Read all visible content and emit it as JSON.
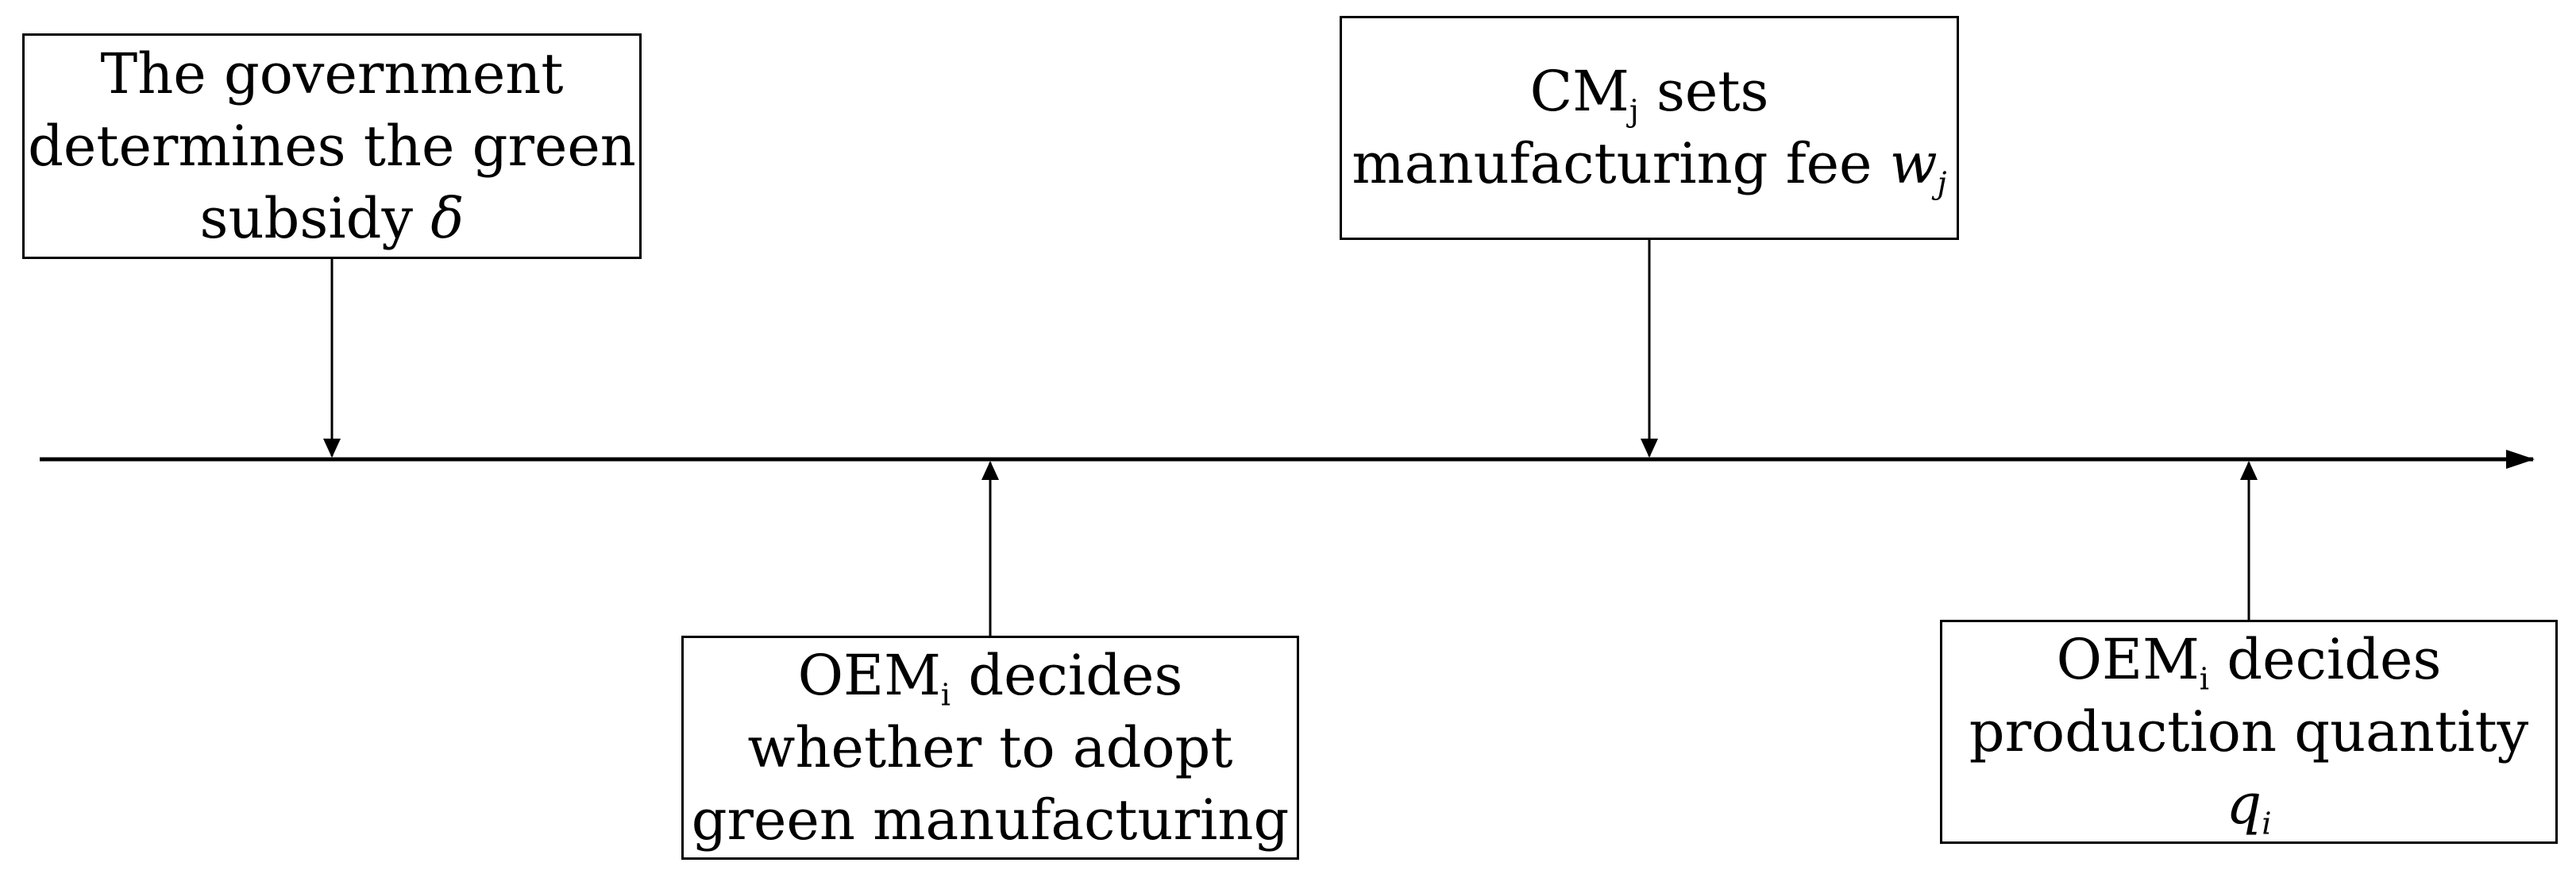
{
  "timeline": {
    "events": [
      {
        "id": "government",
        "lines": [
          {
            "text": "The government"
          },
          {
            "text": "determines the green"
          },
          {
            "text": "subsidy ",
            "math": "δ"
          }
        ]
      },
      {
        "id": "oem-green",
        "lines": [
          {
            "text": "OEM",
            "sub": "i",
            "after": " decides"
          },
          {
            "text": "whether to adopt"
          },
          {
            "text": "green manufacturing"
          }
        ]
      },
      {
        "id": "cm",
        "lines": [
          {
            "text": "CM",
            "sub": "j",
            "after": " sets"
          },
          {
            "text": "manufacturing fee ",
            "math": "w",
            "math_sub": "j"
          }
        ]
      },
      {
        "id": "oem-qty",
        "lines": [
          {
            "text": "OEM",
            "sub": "i",
            "after": " decides"
          },
          {
            "text": "production quantity"
          },
          {
            "math": "q",
            "math_sub": "i"
          }
        ]
      }
    ]
  }
}
